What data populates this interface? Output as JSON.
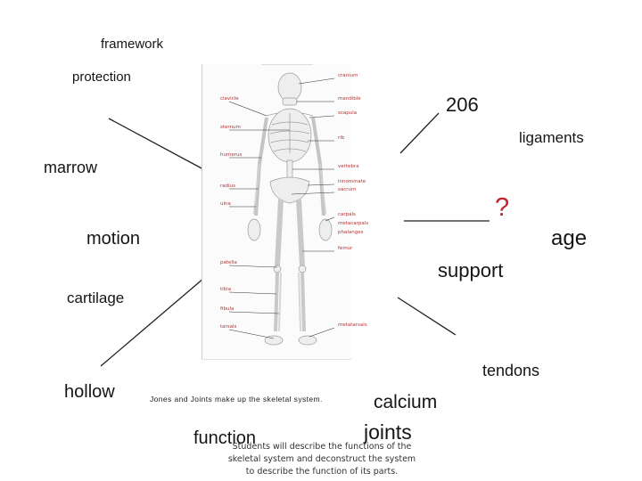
{
  "words": {
    "framework": "framework",
    "protection": "protection",
    "marrow": "marrow",
    "motion": "motion",
    "cartilage": "cartilage",
    "hollow": "hollow",
    "function": "function",
    "calcium": "calcium",
    "joints": "joints",
    "n206": "206",
    "ligaments": "ligaments",
    "age": "age",
    "support": "support",
    "tendons": "tendons",
    "question_mark": "?"
  },
  "diagram": {
    "left_labels": [
      "clavicle",
      "sternum",
      "humerus",
      "radius",
      "ulna",
      "patella",
      "tibia",
      "fibula",
      "tarsals"
    ],
    "right_labels": [
      "cranium",
      "mandible",
      "scapula",
      "rib",
      "vertebra",
      "innominate",
      "sacrum",
      "carpals",
      "metacarpals",
      "phalanges",
      "femur",
      "metatarsals"
    ],
    "caption": "Jones and Joints make up the skeletal system."
  },
  "objective": {
    "line1": "Students will describe the functions of the",
    "line2": "skeletal system and deconstruct the system",
    "line3": "to describe the function of its parts."
  },
  "colors": {
    "accent_red": "#c0272d",
    "label_red": "#b23535",
    "text": "#151515"
  }
}
